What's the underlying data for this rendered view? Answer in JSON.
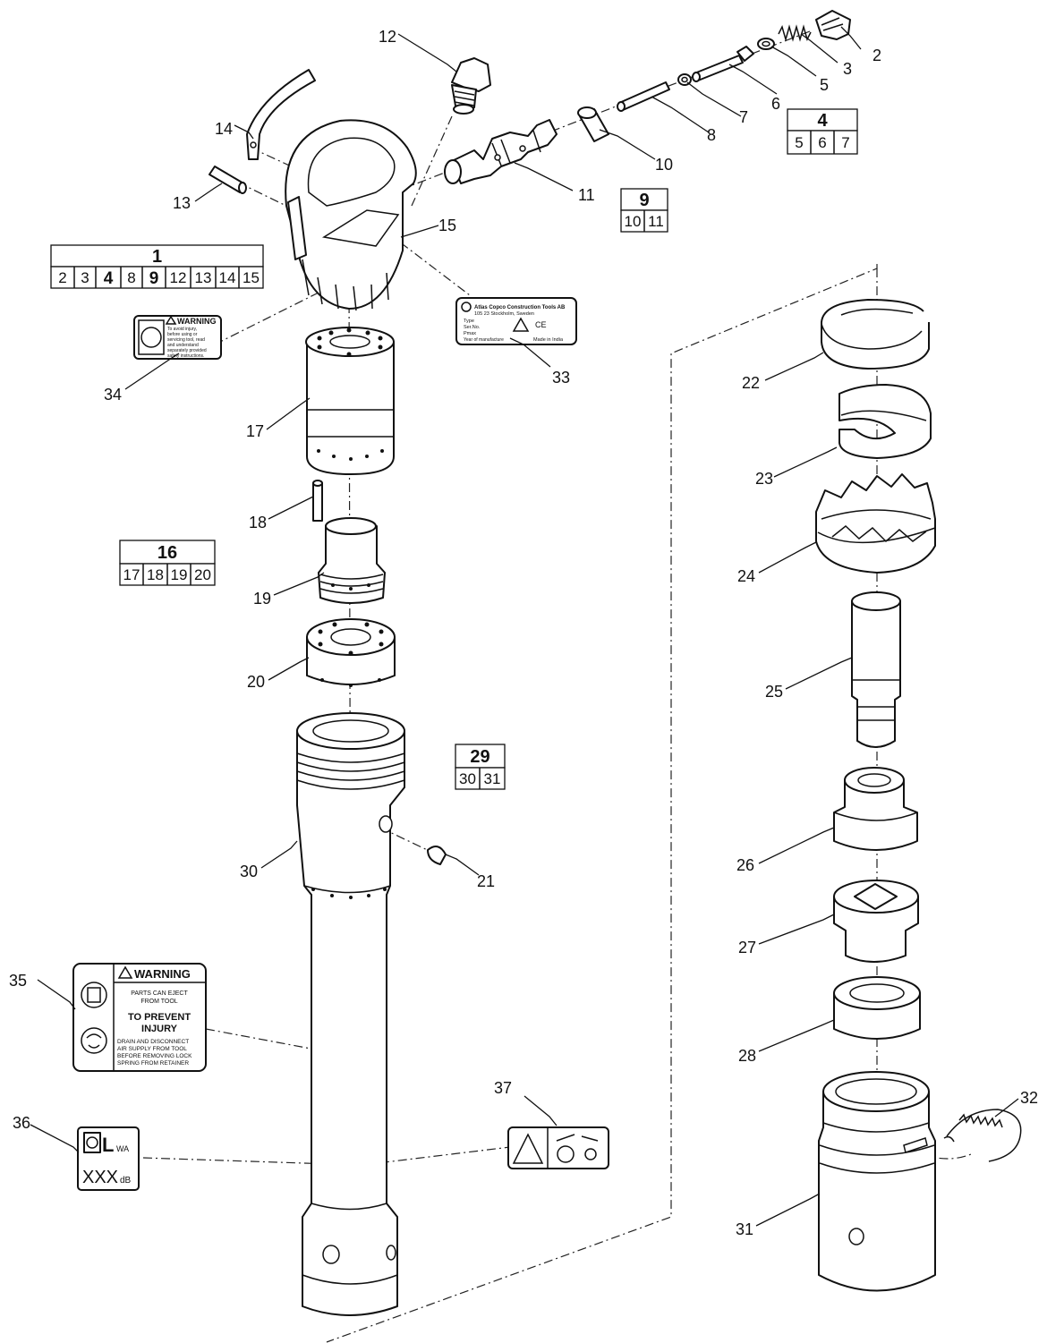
{
  "callouts": {
    "p2": "2",
    "p3": "3",
    "p5": "5",
    "p6": "6",
    "p7": "7",
    "p8": "8",
    "p10": "10",
    "p11": "11",
    "p12": "12",
    "p13": "13",
    "p14": "14",
    "p15": "15",
    "p17": "17",
    "p18": "18",
    "p19": "19",
    "p20": "20",
    "p21": "21",
    "p22": "22",
    "p23": "23",
    "p24": "24",
    "p25": "25",
    "p26": "26",
    "p27": "27",
    "p28": "28",
    "p30": "30",
    "p31": "31",
    "p32": "32",
    "p33": "33",
    "p34": "34",
    "p35": "35",
    "p36": "36",
    "p37": "37"
  },
  "kits": {
    "kit1": {
      "head": "1",
      "cells": [
        "2",
        "3",
        "4",
        "8",
        "9",
        "12",
        "13",
        "14",
        "15"
      ]
    },
    "kit4": {
      "head": "4",
      "cells": [
        "5",
        "6",
        "7"
      ]
    },
    "kit9": {
      "head": "9",
      "cells": [
        "10",
        "11"
      ]
    },
    "kit16": {
      "head": "16",
      "cells": [
        "17",
        "18",
        "19",
        "20"
      ]
    },
    "kit29": {
      "head": "29",
      "cells": [
        "30",
        "31"
      ]
    }
  },
  "labels": {
    "warning_large": {
      "title": "WARNING",
      "line1": "PARTS CAN EJECT",
      "line2": "FROM TOOL",
      "head1": "TO PREVENT",
      "head2": "INJURY",
      "body1": "DRAIN AND DISCONNECT",
      "body2": "AIR SUPPLY FROM TOOL",
      "body3": "BEFORE REMOVING LOCK",
      "body4": "SPRING FROM RETAINER"
    },
    "warning_small": {
      "title": "WARNING",
      "l1": "To avoid injury,",
      "l2": "before using or",
      "l3": "servicing tool, read",
      "l4": "and understand",
      "l5": "separately provided",
      "l6": "safety instructions."
    },
    "nameplate": {
      "l1": "Atlas Copco Construction Tools AB",
      "l2": "105 23 Stockholm, Sweden",
      "l3": "Type",
      "l4": "Ser.No.",
      "l5": "Pmax",
      "l6": "Year of manufacture",
      "l7": "Made in India"
    },
    "noise": {
      "l": "L",
      "wa": "WA",
      "value": "XXX",
      "unit": "dB"
    }
  }
}
